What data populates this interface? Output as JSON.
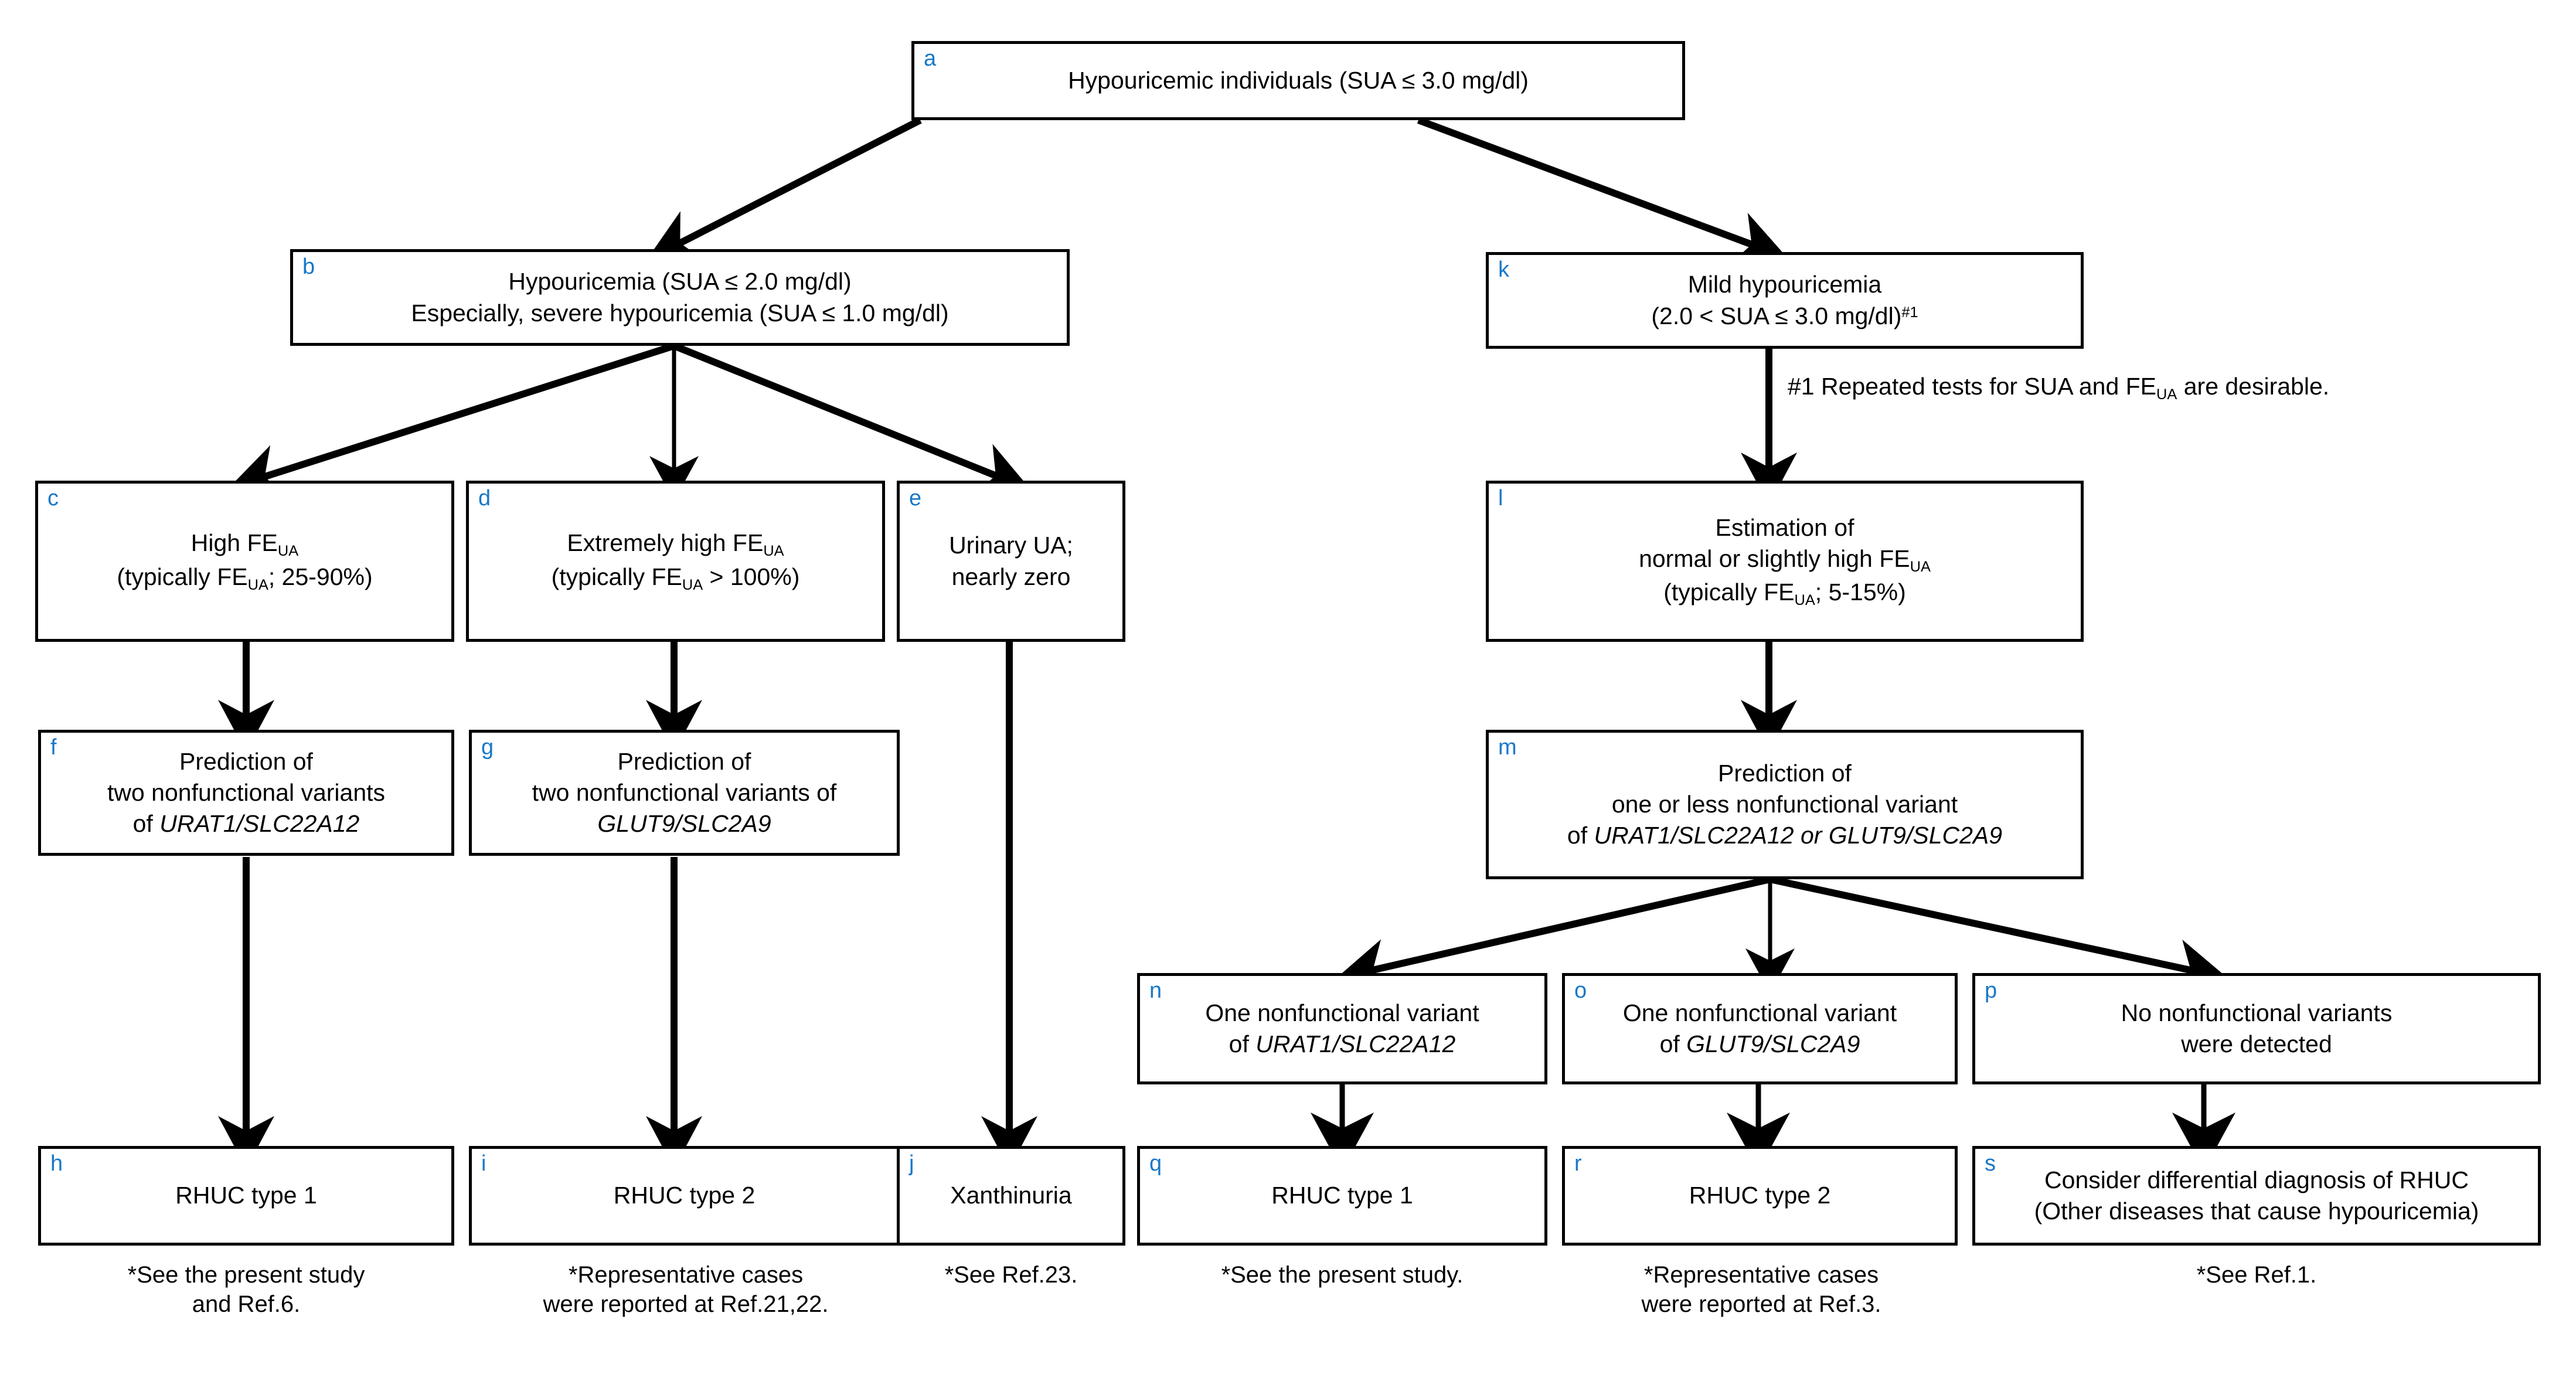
{
  "colors": {
    "tag_blue": "#1878c8",
    "line_black": "#000000",
    "background": "#ffffff"
  },
  "chart_data": {
    "type": "diagram",
    "title": "Diagnostic flowchart for hypouricemia / renal hypouricemia (RHUC)",
    "nodes": [
      {
        "tag": "a",
        "text": "Hypouricemic individuals  (SUA ≤ 3.0 mg/dl)"
      },
      {
        "tag": "b",
        "text": "Hypouricemia (SUA ≤ 2.0 mg/dl)\nEspecially, severe hypouricemia (SUA  ≤ 1.0 mg/dl)"
      },
      {
        "tag": "c",
        "text": "High FE_UA\n(typically FE_UA; 25-90%)"
      },
      {
        "tag": "d",
        "text": "Extremely high FE_UA\n(typically FE_UA > 100%)"
      },
      {
        "tag": "e",
        "text": "Urinary UA;\nnearly zero"
      },
      {
        "tag": "f",
        "text": "Prediction of\ntwo nonfunctional variants\nof URAT1/SLC22A12"
      },
      {
        "tag": "g",
        "text": "Prediction of\ntwo nonfunctional variants of\nGLUT9/SLC2A9"
      },
      {
        "tag": "h",
        "text": "RHUC type 1"
      },
      {
        "tag": "i",
        "text": "RHUC type 2"
      },
      {
        "tag": "j",
        "text": "Xanthinuria"
      },
      {
        "tag": "k",
        "text": "Mild hypouricemia\n(2.0 < SUA ≤ 3.0 mg/dl)#1"
      },
      {
        "tag": "l",
        "text": "Estimation of\nnormal or slightly high FE_UA\n(typically FE_UA; 5-15%)"
      },
      {
        "tag": "m",
        "text": "Prediction of\none or less nonfunctional variant\nof URAT1/SLC22A12 or GLUT9/SLC2A9"
      },
      {
        "tag": "n",
        "text": "One nonfunctional variant\nof URAT1/SLC22A12"
      },
      {
        "tag": "o",
        "text": "One nonfunctional variant\nof GLUT9/SLC2A9"
      },
      {
        "tag": "p",
        "text": "No nonfunctional variants\nwere detected"
      },
      {
        "tag": "q",
        "text": "RHUC type 1"
      },
      {
        "tag": "r",
        "text": "RHUC type 2"
      },
      {
        "tag": "s",
        "text": "Consider differential diagnosis of RHUC\n(Other diseases that cause hypouricemia)"
      }
    ],
    "edges": [
      {
        "from": "a",
        "to": "b"
      },
      {
        "from": "a",
        "to": "k"
      },
      {
        "from": "b",
        "to": "c"
      },
      {
        "from": "b",
        "to": "d"
      },
      {
        "from": "b",
        "to": "e"
      },
      {
        "from": "c",
        "to": "f"
      },
      {
        "from": "d",
        "to": "g"
      },
      {
        "from": "e",
        "to": "j"
      },
      {
        "from": "f",
        "to": "h"
      },
      {
        "from": "g",
        "to": "i"
      },
      {
        "from": "k",
        "to": "l"
      },
      {
        "from": "l",
        "to": "m"
      },
      {
        "from": "m",
        "to": "n"
      },
      {
        "from": "m",
        "to": "o"
      },
      {
        "from": "m",
        "to": "p"
      },
      {
        "from": "n",
        "to": "q"
      },
      {
        "from": "o",
        "to": "r"
      },
      {
        "from": "p",
        "to": "s"
      }
    ],
    "captions": [
      {
        "under": "h",
        "text": "*See the present study\nand Ref.6."
      },
      {
        "under": "i",
        "text": "*Representative cases\nwere reported at Ref.21,22."
      },
      {
        "under": "j",
        "text": "*See Ref.23."
      },
      {
        "under": "q",
        "text": "*See the present study."
      },
      {
        "under": "r",
        "text": "*Representative cases\nwere reported at Ref.3."
      },
      {
        "under": "s",
        "text": "*See Ref.1."
      }
    ],
    "footnotes": [
      {
        "marker": "#1",
        "text": "#1 Repeated tests for SUA and FE_UA are desirable."
      }
    ]
  },
  "tags": {
    "a": "a",
    "b": "b",
    "c": "c",
    "d": "d",
    "e": "e",
    "f": "f",
    "g": "g",
    "h": "h",
    "i": "i",
    "j": "j",
    "k": "k",
    "l": "l",
    "m": "m",
    "n": "n",
    "o": "o",
    "p": "p",
    "q": "q",
    "r": "r",
    "s": "s"
  },
  "nodes": {
    "a": {
      "line1": "Hypouricemic individuals  (SUA ≤ 3.0 mg/dl)"
    },
    "b": {
      "line1": "Hypouricemia (SUA ≤ 2.0 mg/dl)",
      "line2": "Especially, severe hypouricemia (SUA  ≤ 1.0 mg/dl)"
    },
    "c": {
      "l1a": "High FE",
      "l1sub": "UA",
      "l2a": "(typically FE",
      "l2sub": "UA",
      "l2b": "; 25-90%)"
    },
    "d": {
      "l1a": "Extremely high FE",
      "l1sub": "UA",
      "l2a": "(typically FE",
      "l2sub": "UA",
      "l2b": " > 100%)"
    },
    "e": {
      "line1": "Urinary UA;",
      "line2": "nearly zero"
    },
    "f": {
      "line1": "Prediction of",
      "line2": "two nonfunctional variants",
      "line3a": "of ",
      "line3i": "URAT1/SLC22A12"
    },
    "g": {
      "line1": "Prediction of",
      "line2": "two nonfunctional variants of",
      "line3i": "GLUT9/SLC2A9"
    },
    "h": {
      "line1": "RHUC type 1"
    },
    "i": {
      "line1": "RHUC type 2"
    },
    "j": {
      "line1": "Xanthinuria"
    },
    "k": {
      "line1": "Mild hypouricemia",
      "l2a": "(2.0 < SUA ≤ 3.0 mg/dl)",
      "l2sup": "#1"
    },
    "l": {
      "line1": "Estimation of",
      "l2a": "normal or slightly high FE",
      "l2sub": "UA",
      "l3a": "(typically FE",
      "l3sub": "UA",
      "l3b": "; 5-15%)"
    },
    "m": {
      "line1": "Prediction of",
      "line2": "one or less nonfunctional variant",
      "l3a": "of ",
      "l3i1": "URAT1/SLC22A12",
      "l3b": " or ",
      "l3i2": "GLUT9/SLC2A9"
    },
    "n": {
      "line1": "One nonfunctional variant",
      "l2a": "of ",
      "l2i": "URAT1/SLC22A12"
    },
    "o": {
      "line1": "One nonfunctional variant",
      "l2a": "of ",
      "l2i": "GLUT9/SLC2A9"
    },
    "p": {
      "line1": "No nonfunctional variants",
      "line2": "were detected"
    },
    "q": {
      "line1": "RHUC type 1"
    },
    "r": {
      "line1": "RHUC type 2"
    },
    "s": {
      "line1": "Consider differential diagnosis of RHUC",
      "line2": "(Other diseases that cause hypouricemia)"
    }
  },
  "captions": {
    "h": "*See the present study\nand Ref.6.",
    "i": "*Representative cases\nwere reported at Ref.21,22.",
    "j": "*See Ref.23.",
    "q": "*See the present study.",
    "r": "*Representative cases\nwere reported at Ref.3.",
    "s": "*See Ref.1."
  },
  "footnote": {
    "prefix": "#1 Repeated tests for SUA and FE",
    "sub": "UA",
    "suffix": " are desirable."
  }
}
